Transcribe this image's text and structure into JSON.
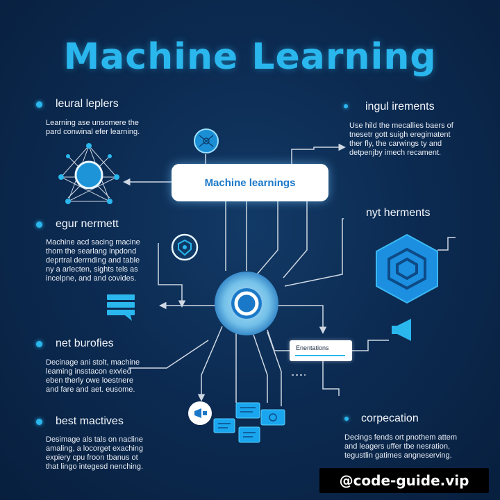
{
  "title": "Machine Learning",
  "center_box": {
    "label": "Machine learnings"
  },
  "small_box": {
    "label": "Enentations"
  },
  "watermark": "@code-guide.vip",
  "sections": {
    "neural": {
      "heading": "leural leplers",
      "lines": [
        "Learning ase unsomere the",
        "pard conwinal efer learning."
      ]
    },
    "ingul": {
      "heading": "ingul irements",
      "lines": [
        "Use hild the mecallies baers of",
        "tnesetr gott suigh eregimatent",
        "ther fly, the carwings ty and",
        "detpenjby imech recament."
      ]
    },
    "egur": {
      "heading": "egur nermett",
      "lines": [
        "Machine acd sacing macine",
        "thom the searlang inpdond",
        "deprtral derrnding and table",
        "ny a arlecten, sights tels as",
        "incelpne, and and covides."
      ]
    },
    "nyt": {
      "heading": "nyt herments"
    },
    "net": {
      "heading": "net burofies",
      "lines": [
        "Decinage ani stolt, machine",
        "leaming insstacon exvied",
        "eben therly owe loestnere",
        "and fare and aet. eusome."
      ]
    },
    "best": {
      "heading": "best mactives",
      "lines": [
        "Desimage als tals on nacline",
        "amaling, a locorget exaching",
        "expiery cpu froon tbanus ot",
        "that lingo integesd nenching."
      ]
    },
    "corpecation": {
      "heading": "corpecation",
      "lines": [
        "Decings fends ort pnothem attem",
        "and leagers uffer tbe nesration,",
        "tegustlin gatimes angneserving."
      ]
    }
  },
  "colors": {
    "background": "#0c2b52",
    "accent": "#2ab7ee",
    "line": "#cfd8e3"
  },
  "icons": [
    "neural-network-icon",
    "globe-node-icon",
    "shield-icon",
    "chat-bubble-icon",
    "target-hub-icon",
    "hexagon-icon",
    "megaphone-icon",
    "device-cluster-icon"
  ]
}
